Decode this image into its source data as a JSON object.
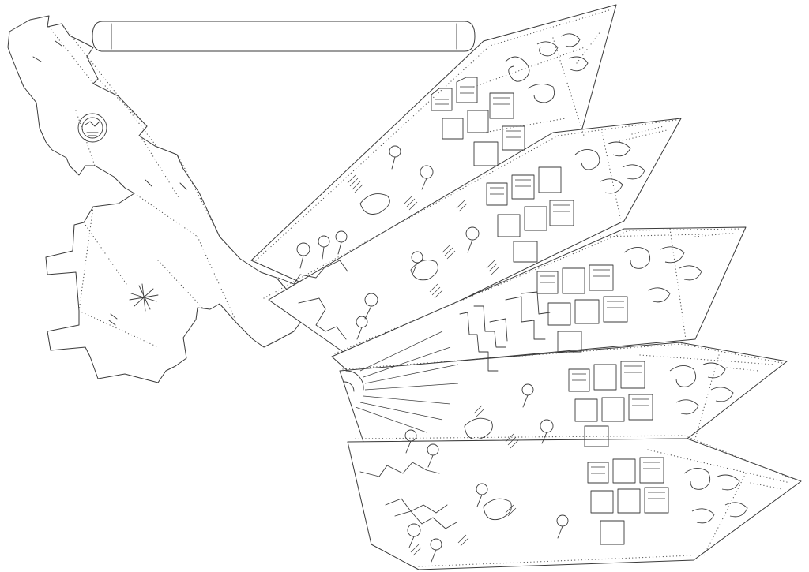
{
  "template": {
    "kind": "paper-cut lantern template",
    "colors": {
      "background": "#ffffff",
      "outline": "#3a3a3a",
      "fold_dots": "#555555"
    },
    "icons": [
      "badge-seal-icon",
      "star-burst-icon",
      "sun-icon",
      "tree-icon",
      "house-icon",
      "floral-ornament-icon"
    ],
    "panel_count": 5,
    "strip_count": 1
  }
}
